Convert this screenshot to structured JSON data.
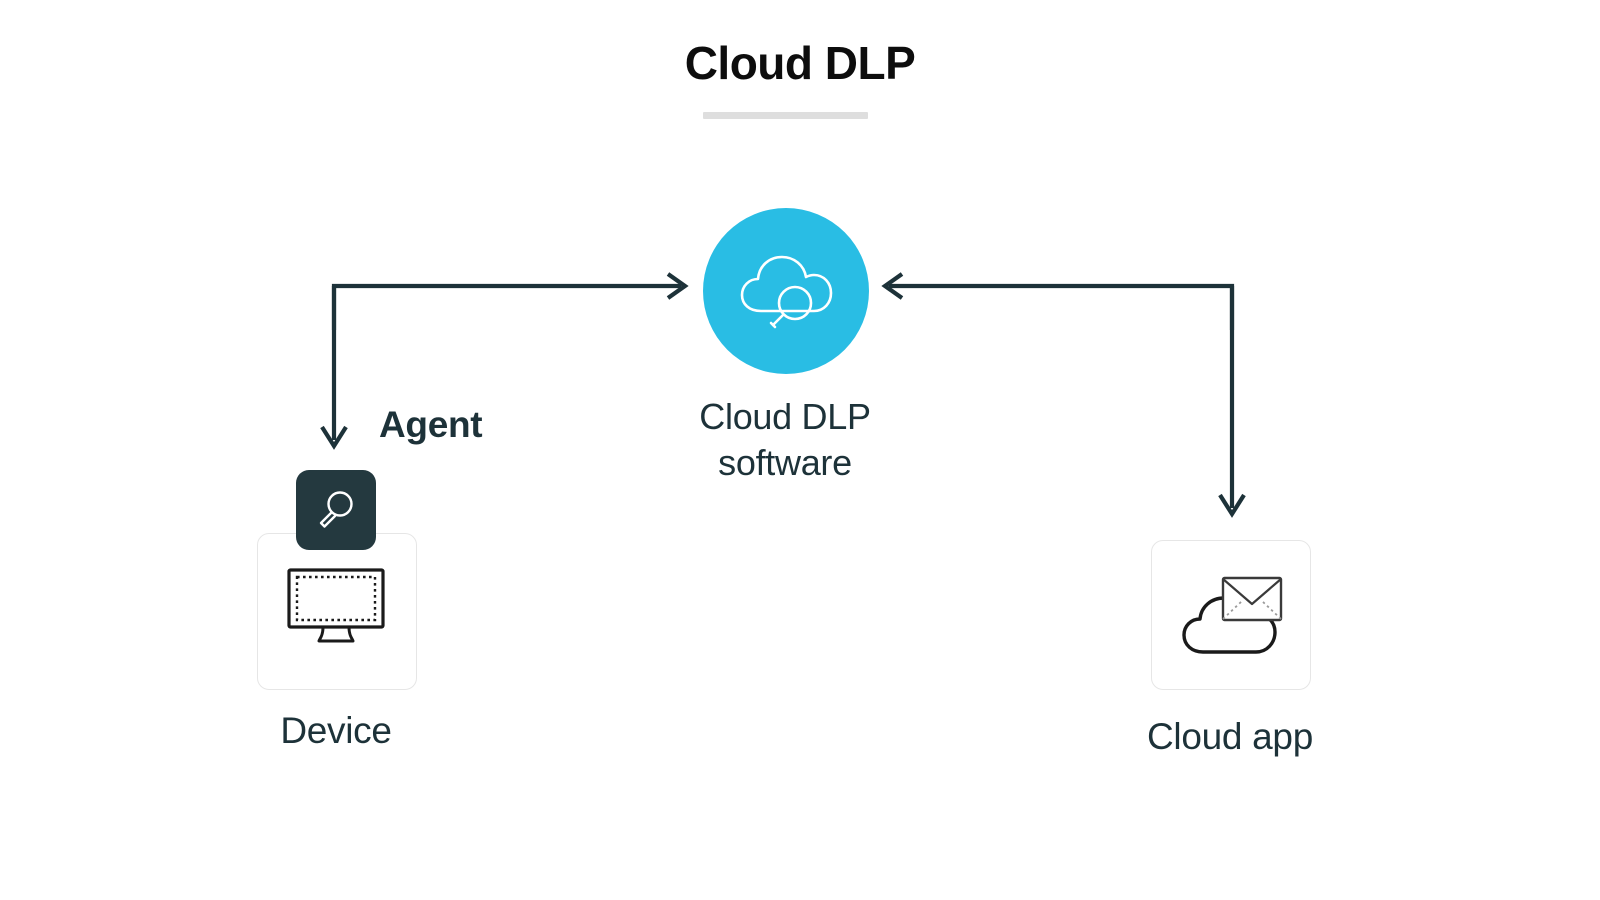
{
  "diagram": {
    "title": "Cloud DLP",
    "background_color": "#ffffff",
    "accent_color": "#29bde4",
    "text_color": "#1d3239",
    "dark_badge_color": "#24393f",
    "rule_color": "#dedede",
    "card_border_color": "#e6e6e6"
  },
  "hub": {
    "label_line1": "Cloud DLP",
    "label_line2": "software",
    "icon_name": "cloud-magnifier-icon"
  },
  "nodes": {
    "device": {
      "label": "Device",
      "badge_label": "Agent",
      "badge_icon_name": "magnifier-icon",
      "icon_name": "monitor-icon"
    },
    "cloud_app": {
      "label": "Cloud app",
      "icon_name": "cloud-envelope-icon"
    }
  },
  "connectors": [
    {
      "name": "device-to-hub",
      "from": "device",
      "to": "hub",
      "direction": "right",
      "arrowhead": "open-chevron"
    },
    {
      "name": "hub-to-device",
      "from": "hub",
      "to": "device",
      "direction": "down",
      "arrowhead": "open-chevron"
    },
    {
      "name": "cloud-app-to-hub",
      "from": "cloud_app",
      "to": "hub",
      "direction": "left",
      "arrowhead": "open-chevron"
    },
    {
      "name": "hub-to-cloud-app",
      "from": "hub",
      "to": "cloud_app",
      "direction": "down",
      "arrowhead": "open-chevron"
    }
  ]
}
